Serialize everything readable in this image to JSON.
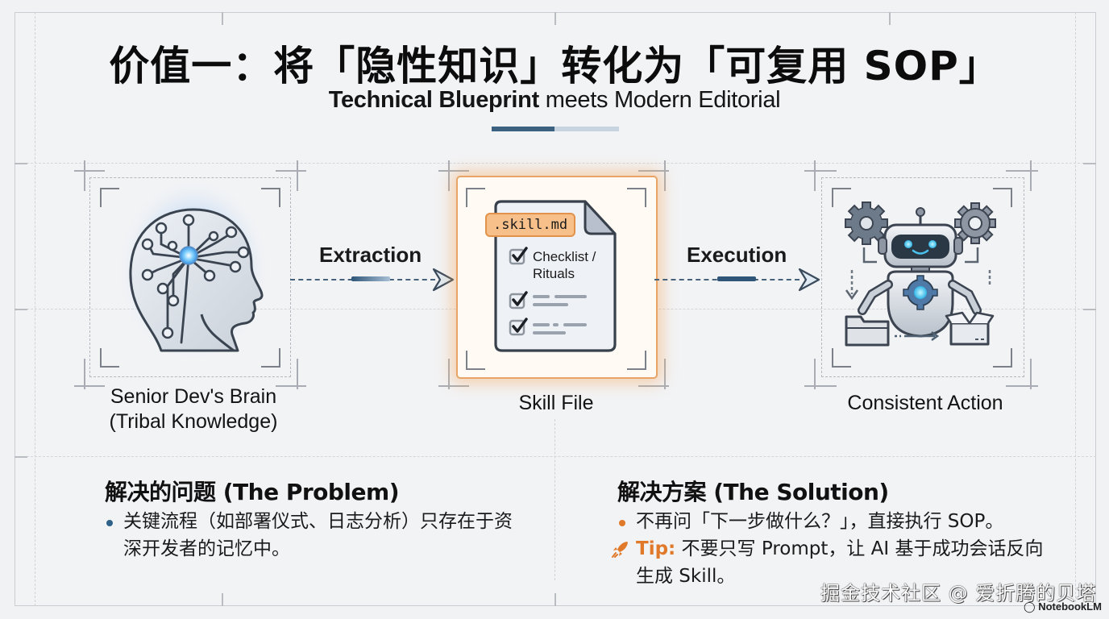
{
  "title": "价值一：将「隐性知识」转化为「可复用 SOP」",
  "subtitle": {
    "bold": "Technical Blueprint",
    "rest": " meets Modern Editorial"
  },
  "colors": {
    "accent_dark": "#3c607f",
    "accent_light": "#c7d4e0",
    "orange": "#e07a2a",
    "blue_glow": "#6fa8e8",
    "bullet_blue": "#2f6289"
  },
  "flow": {
    "source": {
      "label_line1": "Senior Dev's Brain",
      "label_line2": "(Tribal Knowledge)",
      "icon": "brain-circuit-head-icon"
    },
    "step1": {
      "label": "Extraction",
      "icon": "dashed-arrow-right-icon"
    },
    "artifact": {
      "label": "Skill File",
      "file_tag": ".skill.md",
      "checklist_item": "Checklist / Rituals",
      "icon": "document-checklist-icon"
    },
    "step2": {
      "label": "Execution",
      "icon": "dashed-arrow-right-icon"
    },
    "result": {
      "label": "Consistent Action",
      "icon": "robot-gears-icon"
    }
  },
  "problem": {
    "heading": "解决的问题 (The Problem)",
    "bullets": [
      "关键流程（如部署仪式、日志分析）只存在于资",
      "深开发者的记忆中。"
    ]
  },
  "solution": {
    "heading": "解决方案 (The Solution)",
    "bullet": "不再问「下一步做什么？」，直接执行 SOP。",
    "tip_label": "Tip:",
    "tip_text": " 不要只写 Prompt，让 AI 基于成功会话反向",
    "tip_text2": "生成 Skill。"
  },
  "watermark": "掘金技术社区 @ 爱折腾的贝塔",
  "brand": "NotebookLM"
}
